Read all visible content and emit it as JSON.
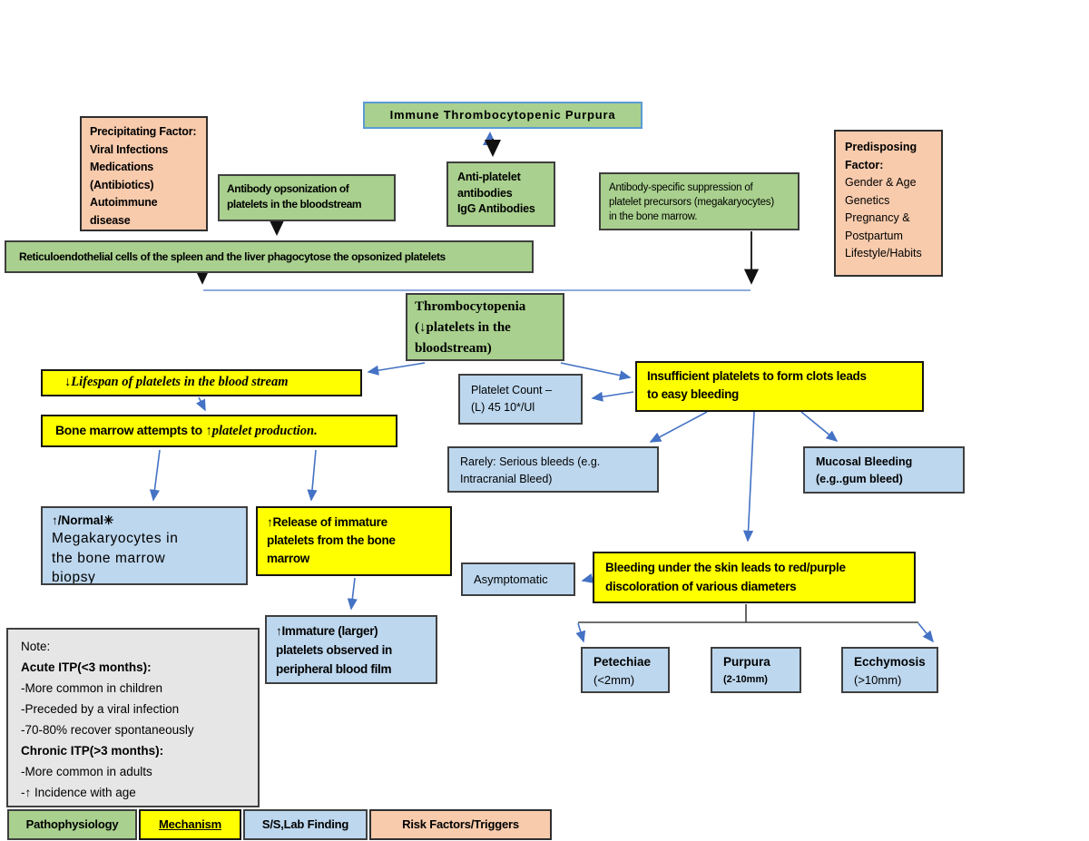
{
  "diagram": {
    "title": "Immune Thrombocytopenic Purpura",
    "nodes": {
      "itp": "Immune Thrombocytopenic Purpura",
      "precipitating_title": "Precipitating Factor:",
      "precipitating_body": "Viral Infections\nMedications\n(Antibiotics)\nAutoimmune\ndisease",
      "opsonization": "Antibody opsonization of\nplatelets in the bloodstream",
      "antiplatelet": "Anti-platelet\nantibodies\nIgG Antibodies",
      "suppression": "Antibody-specific suppression of\nplatelet precursors (megakaryocytes)\nin the bone marrow.",
      "predisposing_title": "Predisposing\nFactor:",
      "predisposing_body": "Gender & Age\nGenetics\nPregnancy &\nPostpartum\nLifestyle/Habits",
      "reticuloendothelial": "Reticuloendothelial cells of the spleen and the liver phagocytose the opsonized platelets",
      "thrombocytopenia": "Thrombocytopenia\n(↓platelets in the\nbloodstream)",
      "lifespan": "↓Lifespan of platelets in the blood stream",
      "bone_marrow_part1": "Bone marrow attempts to ",
      "bone_marrow_part2": "↑platelet production.",
      "platelet_count": "Platelet Count –\n(L) 45 10*/Ul",
      "insufficient": "Insufficient platelets to form clots leads\nto easy bleeding",
      "rarely": "Rarely: Serious bleeds (e.g.\nIntracranial Bleed)",
      "mucosal": "Mucosal Bleeding\n(e.g..gum bleed)",
      "megakaryocytes_line1": "↑/Normal✳",
      "megakaryocytes_body": "Megakaryocytes in\nthe bone marrow\nbiopsy",
      "release": "↑Release of immature\nplatelets from the bone\nmarrow",
      "asymptomatic": "Asymptomatic",
      "bleeding": "Bleeding under the skin leads to red/purple\ndiscoloration of various diameters",
      "immature": "↑Immature (larger)\nplatelets observed in\nperipheral blood film",
      "petechiae_name": "Petechiae",
      "petechiae_size": "(<2mm)",
      "purpura_name": "Purpura",
      "purpura_size": "(2-10mm)",
      "ecchymosis_name": "Ecchymosis",
      "ecchymosis_size": "(>10mm)"
    },
    "note": {
      "lines": [
        "Note:",
        "Acute ITP(<3 months):",
        "-More common in children",
        "-Preceded by a viral infection",
        "-70-80% recover spontaneously",
        "Chronic ITP(>3 months):",
        "-More common in adults",
        "-↑ Incidence with age"
      ]
    },
    "legend": {
      "items": [
        {
          "label": "Pathophysiology",
          "color": "#a9d08e"
        },
        {
          "label": "Mechanism",
          "color": "#ffff00"
        },
        {
          "label": "S/S,Lab Finding",
          "color": "#bdd7ee"
        },
        {
          "label": "Risk Factors/Triggers",
          "color": "#f8cbad"
        }
      ]
    },
    "colors": {
      "pathophysiology_green": "#a9d08e",
      "mechanism_yellow": "#ffff00",
      "finding_blue": "#bdd7ee",
      "risk_peach": "#f8cbad",
      "note_gray": "#e7e6e6",
      "connector_blue": "#4472c4",
      "itp_border_blue": "#5b9bd5"
    }
  }
}
